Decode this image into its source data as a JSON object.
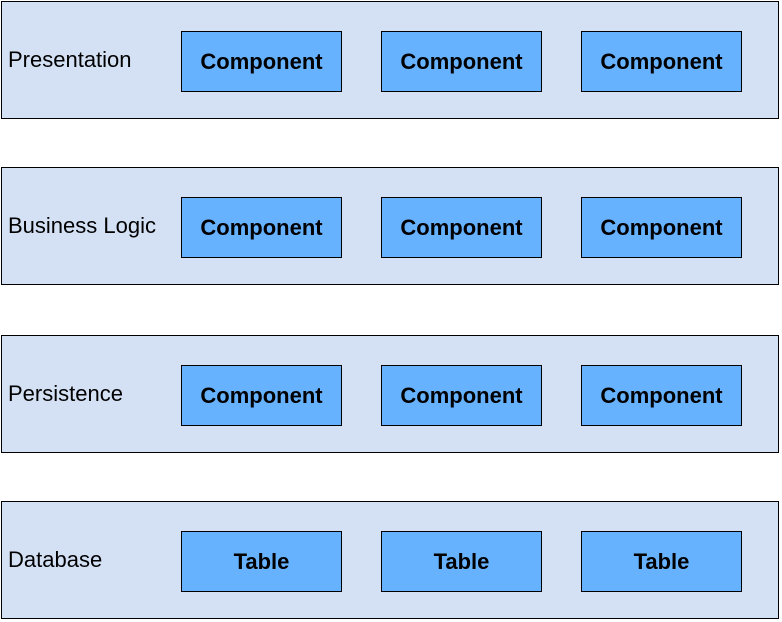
{
  "layers": [
    {
      "label": "Presentation",
      "boxes": [
        "Component",
        "Component",
        "Component"
      ]
    },
    {
      "label": "Business Logic",
      "boxes": [
        "Component",
        "Component",
        "Component"
      ]
    },
    {
      "label": "Persistence",
      "boxes": [
        "Component",
        "Component",
        "Component"
      ]
    },
    {
      "label": "Database",
      "boxes": [
        "Table",
        "Table",
        "Table"
      ]
    }
  ],
  "colors": {
    "layer_fill": "#d4e1f5",
    "box_fill": "#66b2ff",
    "stroke": "#000000"
  }
}
